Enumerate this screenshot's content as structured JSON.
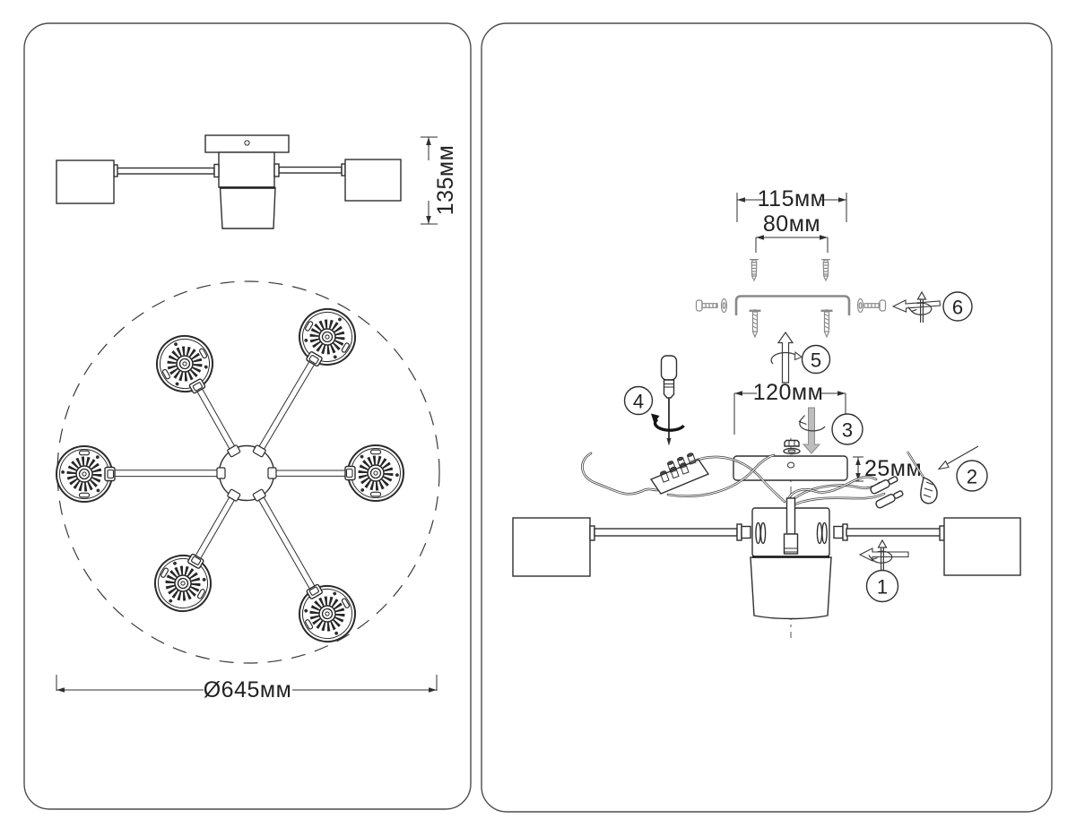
{
  "title": "chandelier-assembly-instructions",
  "colors": {
    "line": "#2f2f2f",
    "hardware_gray": "#8a8a8a",
    "panel_border": "#4d4d4d"
  },
  "left_panel": {
    "name": "dimensions drawing",
    "dimensions": {
      "fixture_height": "135мм",
      "fixture_diameter": "Ø645мм"
    }
  },
  "right_panel": {
    "name": "installation exploded view",
    "dimensions": {
      "bracket_length": "115мм",
      "hole_spacing": "80мм",
      "canopy_width": "120мм",
      "canopy_height": "25мм"
    },
    "steps": [
      {
        "label": "1"
      },
      {
        "label": "2"
      },
      {
        "label": "3"
      },
      {
        "label": "4"
      },
      {
        "label": "5"
      },
      {
        "label": "6"
      }
    ]
  }
}
